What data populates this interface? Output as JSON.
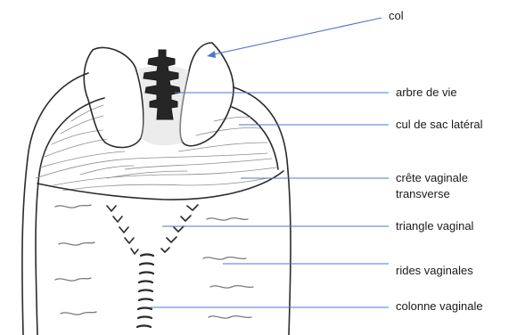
{
  "labels": {
    "col": "col",
    "arbre_de_vie": "arbre de vie",
    "cul_de_sac_lateral": "cul de sac latéral",
    "crete_line1": "crête vaginale",
    "crete_line2": "transverse",
    "triangle_vaginal": "triangle vaginal",
    "rides_vaginales": "rides vaginales",
    "colonne_vaginale": "colonne vaginale"
  },
  "colors": {
    "ink": "#2b2b2b",
    "leader": "#4a79c9",
    "shading": "#8d8d8d"
  }
}
